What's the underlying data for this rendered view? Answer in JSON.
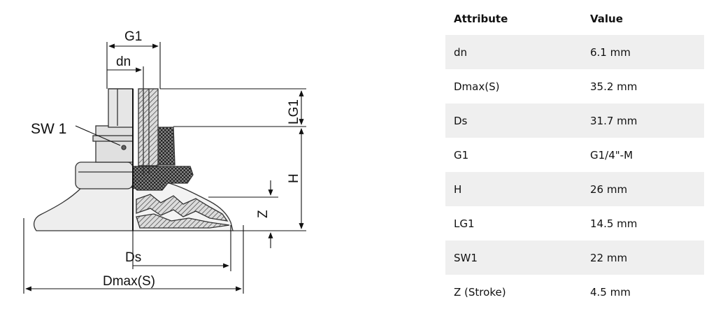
{
  "drawing": {
    "labels": {
      "g1": "G1",
      "dn": "dn",
      "sw1": "SW 1",
      "lg1": "LG1",
      "h": "H",
      "z": "Z",
      "ds": "Ds",
      "dmax": "Dmax(S)"
    }
  },
  "table": {
    "headers": [
      "Attribute",
      "Value"
    ],
    "rows": [
      {
        "attribute": "dn",
        "value": "6.1 mm"
      },
      {
        "attribute": "Dmax(S)",
        "value": "35.2 mm"
      },
      {
        "attribute": "Ds",
        "value": "31.7 mm"
      },
      {
        "attribute": "G1",
        "value": "G1/4\"-M"
      },
      {
        "attribute": "H",
        "value": "26 mm"
      },
      {
        "attribute": "LG1",
        "value": "14.5 mm"
      },
      {
        "attribute": "SW1",
        "value": "22 mm"
      },
      {
        "attribute": "Z (Stroke)",
        "value": "4.5 mm"
      }
    ]
  }
}
